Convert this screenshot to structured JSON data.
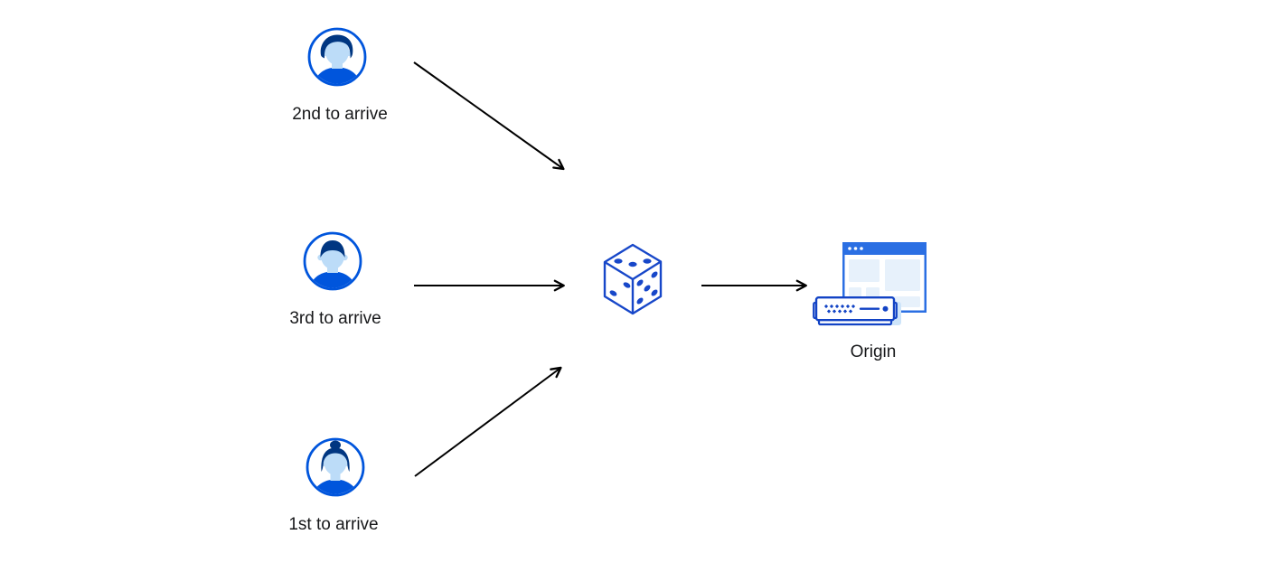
{
  "diagram": {
    "clients": [
      {
        "label": "2nd to arrive",
        "icon": "user-avatar-male-swept-hair-icon"
      },
      {
        "label": "3rd to arrive",
        "icon": "user-avatar-male-short-hair-icon"
      },
      {
        "label": "1st to arrive",
        "icon": "user-avatar-female-bun-icon"
      }
    ],
    "randomizer": {
      "icon": "dice-icon"
    },
    "origin": {
      "label": "Origin",
      "icons": [
        "browser-window-icon",
        "origin-server-icon"
      ]
    },
    "arrows": [
      {
        "from": "client-2nd-to-arrive",
        "to": "dice"
      },
      {
        "from": "client-3rd-to-arrive",
        "to": "dice"
      },
      {
        "from": "client-1st-to-arrive",
        "to": "dice"
      },
      {
        "from": "dice",
        "to": "origin"
      }
    ],
    "colors": {
      "avatar_blue": "#0055dc",
      "hair_navy": "#003681",
      "skin_light_blue": "#bcdcf8",
      "window_blue": "#2b6fe3",
      "server_blue": "#1243c5",
      "pale_block": "#e7f1fb",
      "shadow_blue": "#cde4f9",
      "arrow_black": "#000000",
      "background": "#ffffff"
    }
  }
}
